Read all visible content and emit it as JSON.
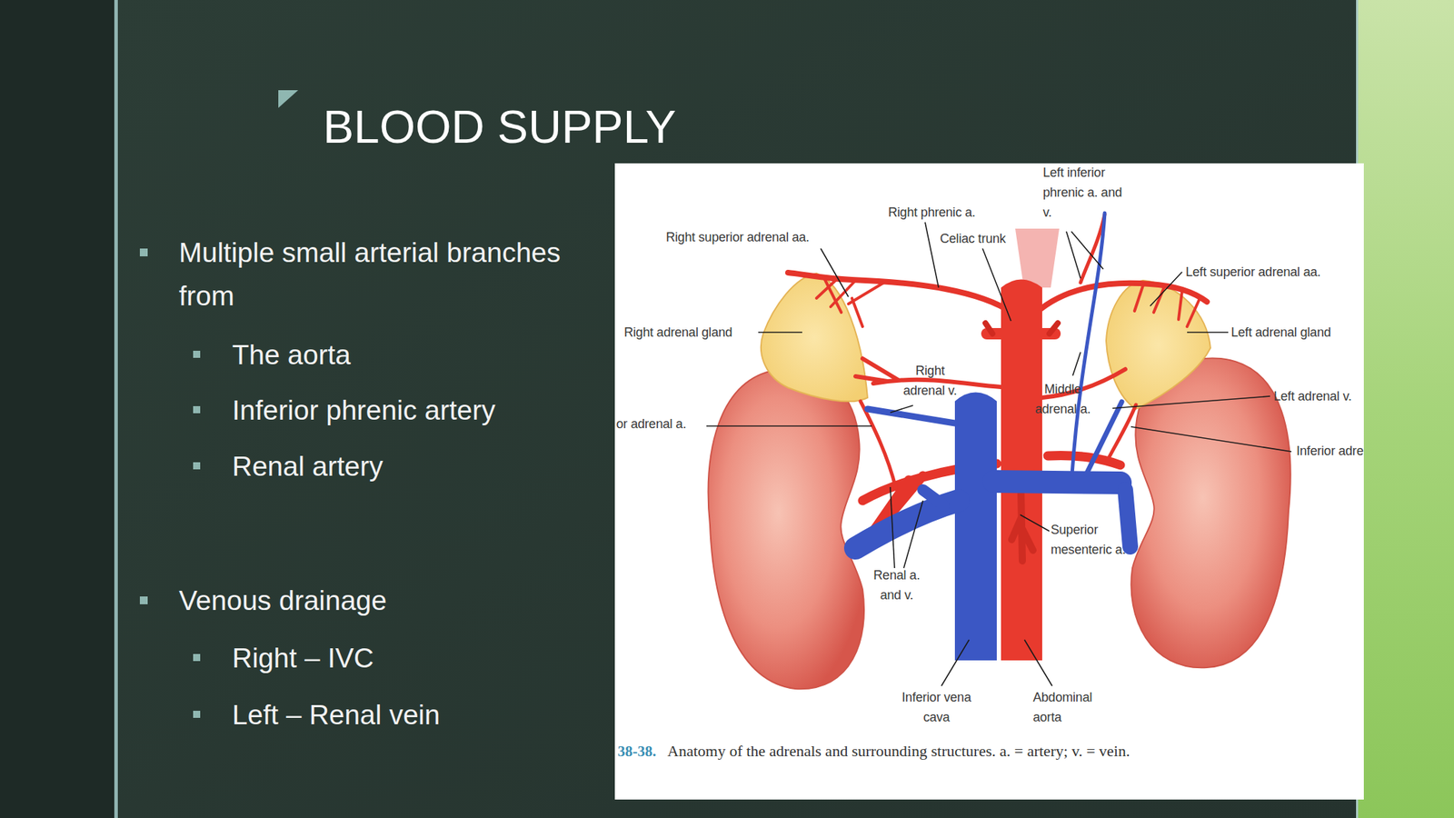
{
  "diagram": {
    "title": "BLOOD SUPPLY",
    "caption": "Anatomy of the adrenals and surrounding structures. a. = artery; v. = vein.",
    "labels": [
      "Multiple small arterial branches from",
      "The aorta",
      "Inferior phrenic artery",
      "Renal artery",
      "Venous drainage",
      "Right – IVC",
      "Left – Renal vein",
      "Left inferior phrenic a. and v.",
      "Right phrenic a.",
      "Celiac trunk",
      "Right superior adrenal aa.",
      "Left superior adrenal aa.",
      "Right adrenal gland",
      "Left adrenal gland",
      "Right adrenal v.",
      "Middle adrenal a.",
      "Left adrenal v.",
      "or adrenal a.",
      "Inferior adre",
      "Superior mesenteric a.",
      "Renal a. and v.",
      "Inferior vena cava",
      "Abdominal aorta",
      "38-38."
    ]
  }
}
